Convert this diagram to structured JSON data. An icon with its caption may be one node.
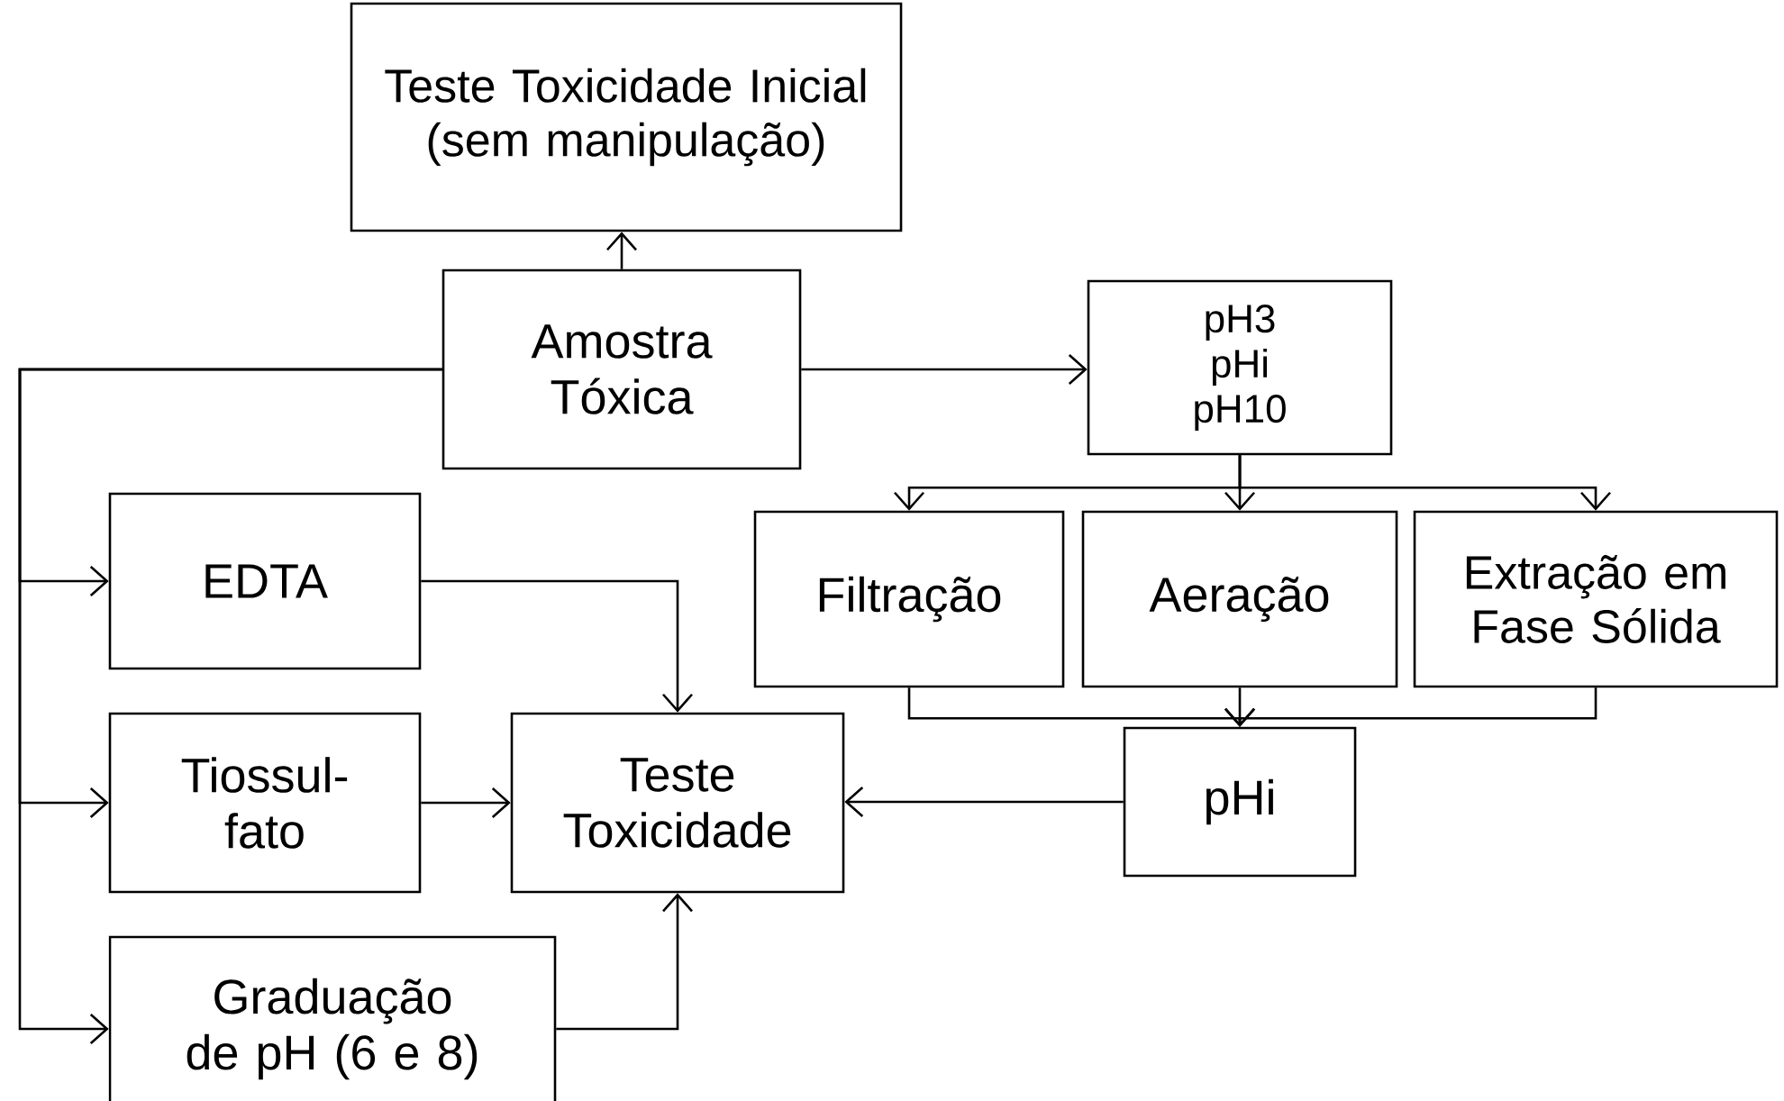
{
  "diagram": {
    "nodes": [
      {
        "text": [
          "Teste Toxicidade Inicial",
          "(sem manipulação)"
        ]
      },
      {
        "text": [
          "Amostra Tóxica"
        ]
      },
      {
        "text": [
          "pH3 pHi pH10"
        ]
      },
      {
        "text": [
          "EDTA"
        ]
      },
      {
        "text": [
          "Filtração"
        ]
      },
      {
        "text": [
          "Aeração"
        ]
      },
      {
        "text": [
          "Extração em Fase Sólida"
        ]
      },
      {
        "text": [
          "Tiossul- fato"
        ]
      },
      {
        "text": [
          "Teste Toxicidade"
        ]
      },
      {
        "text": [
          "pHi"
        ]
      },
      {
        "text": [
          "Graduação de pH (6 e 8)"
        ]
      }
    ],
    "edges": [
      {
        "from": 1,
        "to": 0,
        "arrow": "to"
      },
      {
        "from": 1,
        "to": 2,
        "arrow": "to"
      },
      {
        "from": 1,
        "to": 3,
        "arrow": "to"
      },
      {
        "from": 1,
        "to": 7,
        "arrow": "to"
      },
      {
        "from": 1,
        "to": 10,
        "arrow": "to"
      },
      {
        "from": 2,
        "to": 4,
        "arrow": "to"
      },
      {
        "from": 2,
        "to": 5,
        "arrow": "to"
      },
      {
        "from": 2,
        "to": 6,
        "arrow": "to"
      },
      {
        "from": 4,
        "to": 9,
        "arrow": "to"
      },
      {
        "from": 5,
        "to": 9,
        "arrow": "to"
      },
      {
        "from": 6,
        "to": 9,
        "arrow": "to"
      },
      {
        "from": 3,
        "to": 8,
        "arrow": "to"
      },
      {
        "from": 7,
        "to": 8,
        "arrow": "to"
      },
      {
        "from": 10,
        "to": 8,
        "arrow": "to"
      },
      {
        "from": 9,
        "to": 8,
        "arrow": "to"
      }
    ]
  }
}
